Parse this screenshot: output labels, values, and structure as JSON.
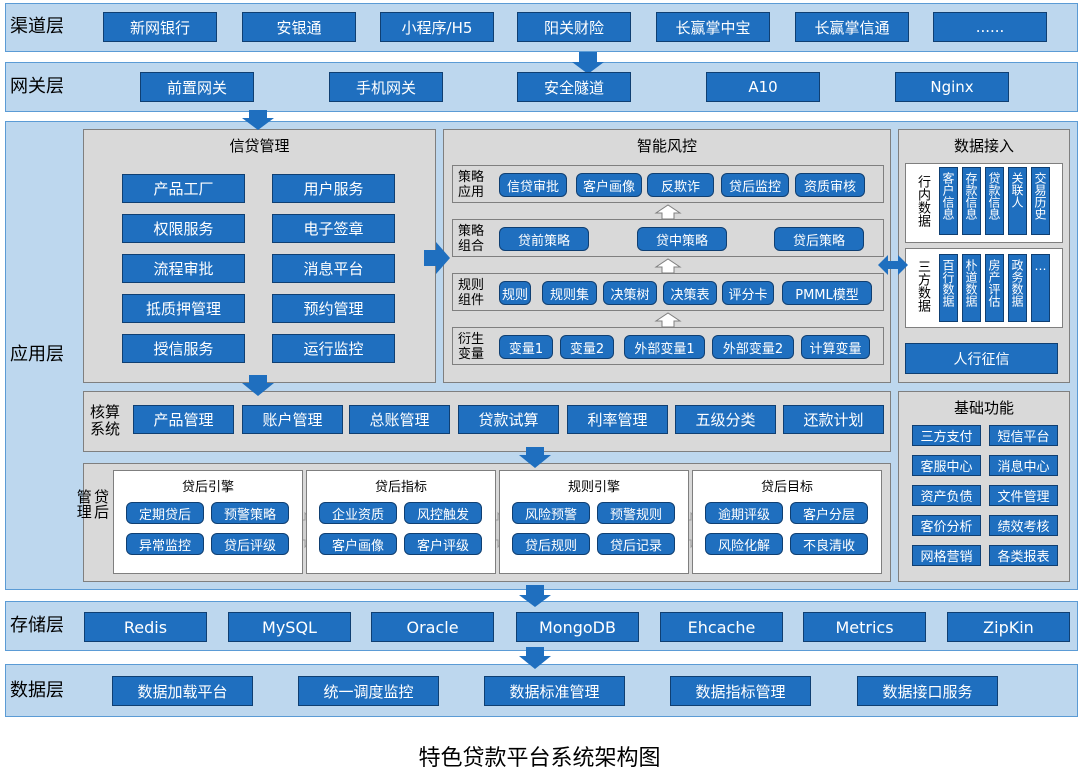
{
  "layers": {
    "channel": {
      "label": "渠道层",
      "items": [
        "新网银行",
        "安银通",
        "小程序/H5",
        "阳关财险",
        "长赢掌中宝",
        "长赢掌信通",
        "......"
      ]
    },
    "gateway": {
      "label": "网关层",
      "items": [
        "前置网关",
        "手机网关",
        "安全隧道",
        "A10",
        "Nginx"
      ]
    },
    "app": {
      "label": "应用层"
    },
    "storage": {
      "label": "存储层",
      "items": [
        "Redis",
        "MySQL",
        "Oracle",
        "MongoDB",
        "Ehcache",
        "Metrics",
        "ZipKin"
      ]
    },
    "data": {
      "label": "数据层",
      "items": [
        "数据加载平台",
        "统一调度监控",
        "数据标准管理",
        "数据指标管理",
        "数据接口服务"
      ]
    }
  },
  "credit": {
    "title": "信贷管理",
    "items": [
      "产品工厂",
      "用户服务",
      "权限服务",
      "电子签章",
      "流程审批",
      "消息平台",
      "抵质押管理",
      "预约管理",
      "授信服务",
      "运行监控"
    ]
  },
  "risk": {
    "title": "智能风控",
    "rows": [
      {
        "label": "策略\n应用",
        "items": [
          "信贷审批",
          "客户画像",
          "反欺诈",
          "贷后监控",
          "资质审核"
        ]
      },
      {
        "label": "策略\n组合",
        "items": [
          "贷前策略",
          "贷中策略",
          "贷后策略"
        ]
      },
      {
        "label": "规则\n组件",
        "items": [
          "规则",
          "规则集",
          "决策树",
          "决策表",
          "评分卡",
          "PMML模型"
        ]
      },
      {
        "label": "衍生\n变量",
        "items": [
          "变量1",
          "变量2",
          "外部变量1",
          "外部变量2",
          "计算变量"
        ]
      }
    ]
  },
  "datain": {
    "title": "数据接入",
    "internal": {
      "label": "行内数据",
      "cols": [
        "客户信息",
        "存款信息",
        "贷款信息",
        "关联人",
        "交易历史"
      ]
    },
    "external": {
      "label": "三方数据",
      "cols": [
        "百行数据",
        "朴道数据",
        "房产评估",
        "政务数据",
        "…"
      ]
    },
    "credit_ref": "人行征信"
  },
  "accounting": {
    "label": "核算\n系统",
    "items": [
      "产品管理",
      "账户管理",
      "总账管理",
      "贷款试算",
      "利率管理",
      "五级分类",
      "还款计划"
    ]
  },
  "postloan": {
    "label": "贷后\n管理",
    "cards": [
      {
        "title": "贷后引擎",
        "items": [
          "定期贷后",
          "预警策略",
          "异常监控",
          "贷后评级"
        ]
      },
      {
        "title": "贷后指标",
        "items": [
          "企业资质",
          "风控触发",
          "客户画像",
          "客户评级"
        ]
      },
      {
        "title": "规则引擎",
        "items": [
          "风险预警",
          "预警规则",
          "贷后规则",
          "贷后记录"
        ]
      },
      {
        "title": "贷后目标",
        "items": [
          "逾期评级",
          "客户分层",
          "风险化解",
          "不良清收"
        ]
      }
    ]
  },
  "basic": {
    "title": "基础功能",
    "items": [
      "三方支付",
      "短信平台",
      "客服中心",
      "消息中心",
      "资产负债",
      "文件管理",
      "客价分析",
      "绩效考核",
      "网格营销",
      "各类报表"
    ]
  },
  "caption": "特色贷款平台系统架构图",
  "colors": {
    "layer_bg": "#bdd7ee",
    "box": "#1f6fbf",
    "panel": "#d9d9d9"
  }
}
